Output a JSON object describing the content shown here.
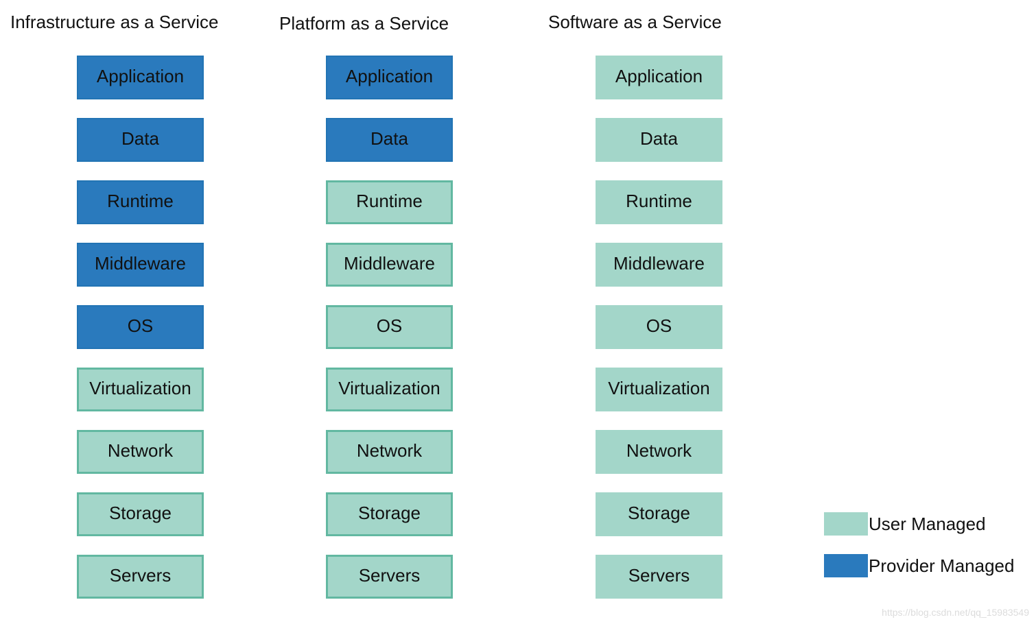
{
  "colors": {
    "user_managed": "#a3d6c9",
    "user_managed_border": "#62b8a1",
    "provider_managed": "#2a7abd"
  },
  "columns": [
    {
      "title": "Infrastructure as a Service",
      "layers": [
        {
          "label": "Application",
          "managed": "provider"
        },
        {
          "label": "Data",
          "managed": "provider"
        },
        {
          "label": "Runtime",
          "managed": "provider"
        },
        {
          "label": "Middleware",
          "managed": "provider"
        },
        {
          "label": "OS",
          "managed": "provider"
        },
        {
          "label": "Virtualization",
          "managed": "user"
        },
        {
          "label": "Network",
          "managed": "user"
        },
        {
          "label": "Storage",
          "managed": "user"
        },
        {
          "label": "Servers",
          "managed": "user"
        }
      ]
    },
    {
      "title": "Platform as a Service",
      "layers": [
        {
          "label": "Application",
          "managed": "provider"
        },
        {
          "label": "Data",
          "managed": "provider"
        },
        {
          "label": "Runtime",
          "managed": "user"
        },
        {
          "label": "Middleware",
          "managed": "user"
        },
        {
          "label": "OS",
          "managed": "user"
        },
        {
          "label": "Virtualization",
          "managed": "user"
        },
        {
          "label": "Network",
          "managed": "user"
        },
        {
          "label": "Storage",
          "managed": "user"
        },
        {
          "label": "Servers",
          "managed": "user"
        }
      ]
    },
    {
      "title": "Software as a Service",
      "layers": [
        {
          "label": "Application",
          "managed": "user"
        },
        {
          "label": "Data",
          "managed": "user"
        },
        {
          "label": "Runtime",
          "managed": "user"
        },
        {
          "label": "Middleware",
          "managed": "user"
        },
        {
          "label": "OS",
          "managed": "user"
        },
        {
          "label": "Virtualization",
          "managed": "user"
        },
        {
          "label": "Network",
          "managed": "user"
        },
        {
          "label": "Storage",
          "managed": "user"
        },
        {
          "label": "Servers",
          "managed": "user"
        }
      ]
    }
  ],
  "legend": {
    "user_label": "User Managed",
    "provider_label": "Provider Managed"
  },
  "watermark": "https://blog.csdn.net/qq_15983549"
}
